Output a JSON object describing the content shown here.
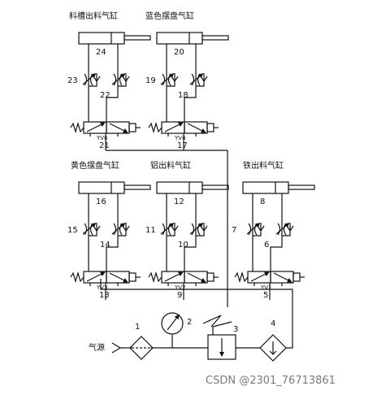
{
  "cylinders": [
    {
      "label": "料槽出料气缸",
      "cyl_no": "24",
      "valve_left": "23",
      "valve_right": "22",
      "sol_label": "YV6",
      "sol_no": "21"
    },
    {
      "label": "蓝色摆盘气缸",
      "cyl_no": "20",
      "valve_left": "19",
      "valve_right": "18",
      "sol_label": "YV4",
      "sol_no": "17"
    },
    {
      "label": "黄色摆盘气缸",
      "cyl_no": "16",
      "valve_left": "15",
      "valve_right": "14",
      "sol_label": "YV3",
      "sol_no": "13"
    },
    {
      "label": "铝出料气缸",
      "cyl_no": "12",
      "valve_left": "11",
      "valve_right": "10",
      "sol_label": "YV2",
      "sol_no": "9"
    },
    {
      "label": "铁出料气缸",
      "cyl_no": "8",
      "valve_left": "7",
      "valve_right": "6",
      "sol_label": "YV1",
      "sol_no": "5"
    }
  ],
  "supply": {
    "source_label": "气源",
    "filter_no": "1",
    "gauge_no": "2",
    "regulator_no": "3",
    "lubricator_no": "4"
  },
  "watermark": "CSDN @2301_76713861"
}
